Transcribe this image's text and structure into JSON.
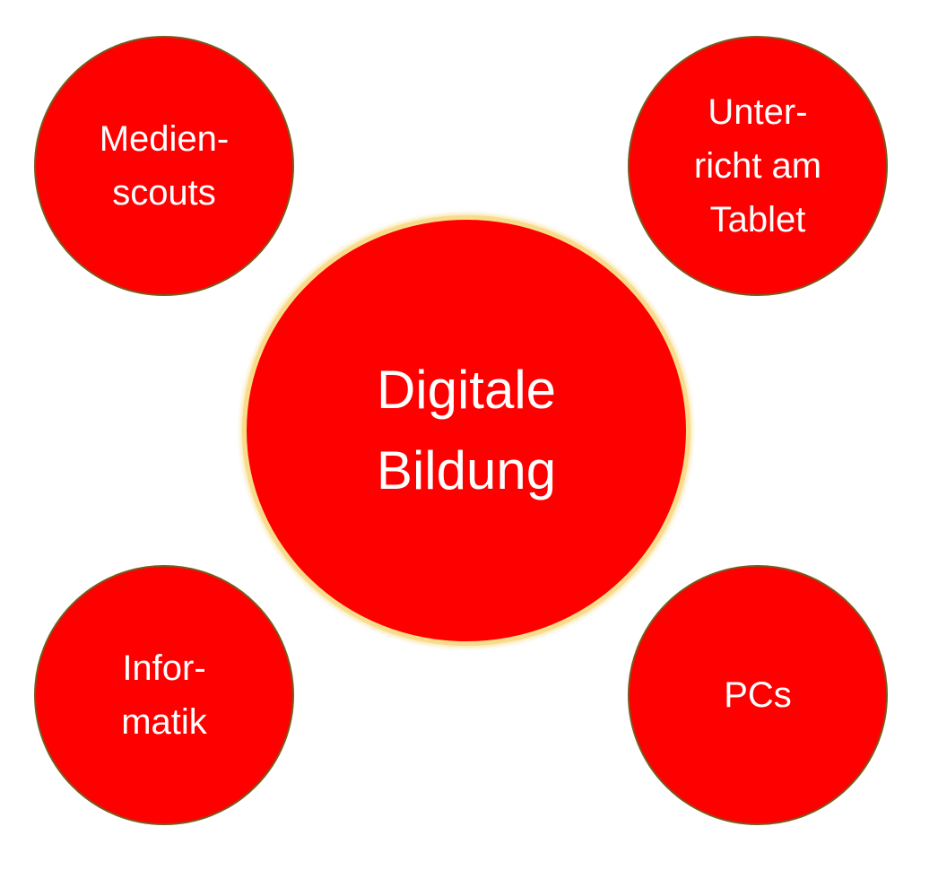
{
  "colors": {
    "node_fill": "#ff0000",
    "node_text": "#ffffff",
    "satellite_border": "#7a5a1e",
    "center_glow": "#f8dc8a",
    "background": "#ffffff"
  },
  "center": {
    "lines": [
      "Digitale",
      "Bildung"
    ]
  },
  "nodes": {
    "top_left": {
      "lines": [
        "Medien-",
        "scouts"
      ]
    },
    "top_right": {
      "lines": [
        "Unter-",
        "richt am",
        "Tablet"
      ]
    },
    "bottom_left": {
      "lines": [
        "Infor-",
        "matik"
      ]
    },
    "bottom_right": {
      "lines": [
        "PCs"
      ]
    }
  }
}
